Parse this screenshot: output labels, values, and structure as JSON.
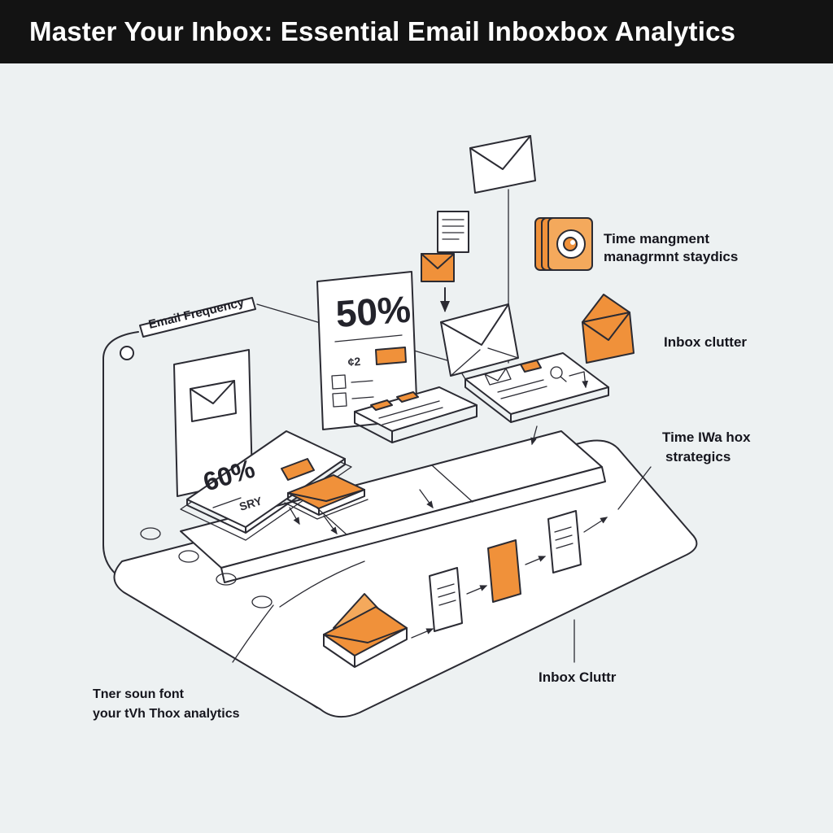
{
  "header": {
    "title": "Master Your Inbox: Essential Email Inboxbox Analytics"
  },
  "diagram": {
    "labels": {
      "email_frequency": "Email Frequency",
      "doc_percent": "50%",
      "doc_note": "¢2",
      "card_percent": "60%",
      "card_note": "SRY",
      "time_management_line1": "Time mangment",
      "time_management_line2": "managrmnt staydics",
      "inbox_clutter": "Inbox clutter",
      "time_strategies_line1": "Time IWa hox",
      "time_strategies_line2": "strategics",
      "inbox_cluttr": "Inbox Cluttr",
      "analytics_note_line1": "Tner soun font",
      "analytics_note_line2": "your tVh Thox analytics"
    },
    "colors": {
      "header_bg": "#131313",
      "background": "#edf1f2",
      "outline": "#2b2b33",
      "accent_orange": "#f0913a",
      "white": "#ffffff"
    }
  }
}
